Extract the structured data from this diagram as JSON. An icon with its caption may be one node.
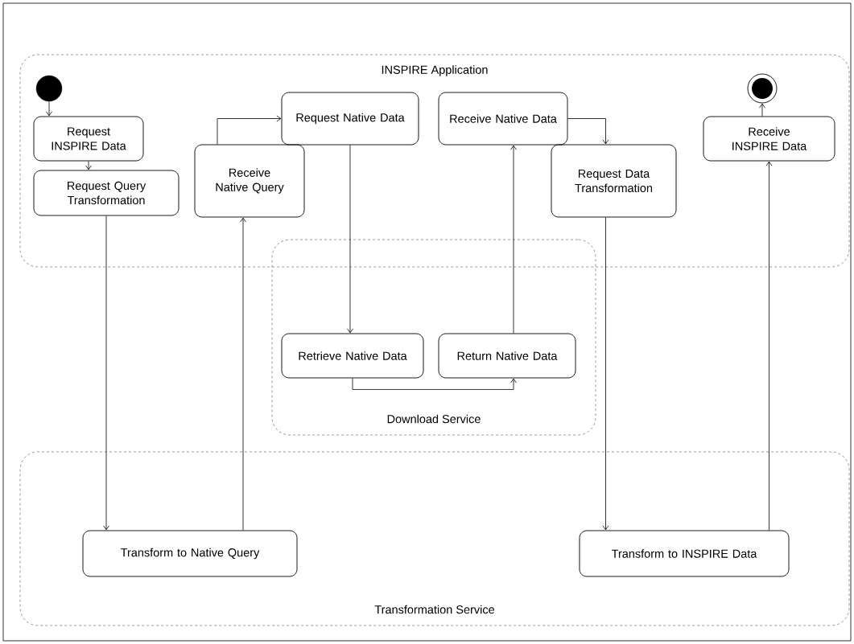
{
  "diagram": {
    "nodes": [
      {
        "text": [
          "INSPIRE Application"
        ]
      },
      {
        "text": [],
        "shape": "circle",
        "in": 0
      },
      {
        "text": [],
        "shape": "bullseye",
        "in": 0
      },
      {
        "text": [
          "Request INSPIRE Data"
        ],
        "in": 0
      },
      {
        "text": [
          "Request Query Transformation"
        ],
        "in": 0
      },
      {
        "text": [
          "Receive Native Query"
        ],
        "in": 0
      },
      {
        "text": [
          "Request Native Data"
        ],
        "in": 0
      },
      {
        "text": [
          "Receive Native Data"
        ],
        "in": 0
      },
      {
        "text": [
          "Request Data Transformation"
        ],
        "in": 0
      },
      {
        "text": [
          "Receive INSPIRE Data"
        ],
        "in": 0
      },
      {
        "text": [
          "Download Service"
        ]
      },
      {
        "text": [
          "Retrieve Native Data"
        ],
        "in": 10
      },
      {
        "text": [
          "Return Native Data"
        ],
        "in": 10
      },
      {
        "text": [
          "Transformation Service"
        ]
      },
      {
        "text": [
          "Transform to Native Query"
        ],
        "in": 13
      },
      {
        "text": [
          "Transform to INSPIRE Data"
        ],
        "in": 13
      }
    ],
    "edges": [
      {
        "from": 1,
        "to": 3,
        "arrow": "to"
      },
      {
        "from": 3,
        "to": 4,
        "arrow": "to"
      },
      {
        "from": 4,
        "to": 14,
        "arrow": "to"
      },
      {
        "from": 14,
        "to": 5,
        "arrow": "to"
      },
      {
        "from": 5,
        "to": 6,
        "arrow": "to"
      },
      {
        "from": 6,
        "to": 11,
        "arrow": "to"
      },
      {
        "from": 11,
        "to": 12,
        "arrow": "to"
      },
      {
        "from": 12,
        "to": 7,
        "arrow": "to"
      },
      {
        "from": 7,
        "to": 8,
        "arrow": "to"
      },
      {
        "from": 8,
        "to": 15,
        "arrow": "to"
      },
      {
        "from": 15,
        "to": 9,
        "arrow": "to"
      },
      {
        "from": 9,
        "to": 2,
        "arrow": "to"
      }
    ]
  }
}
